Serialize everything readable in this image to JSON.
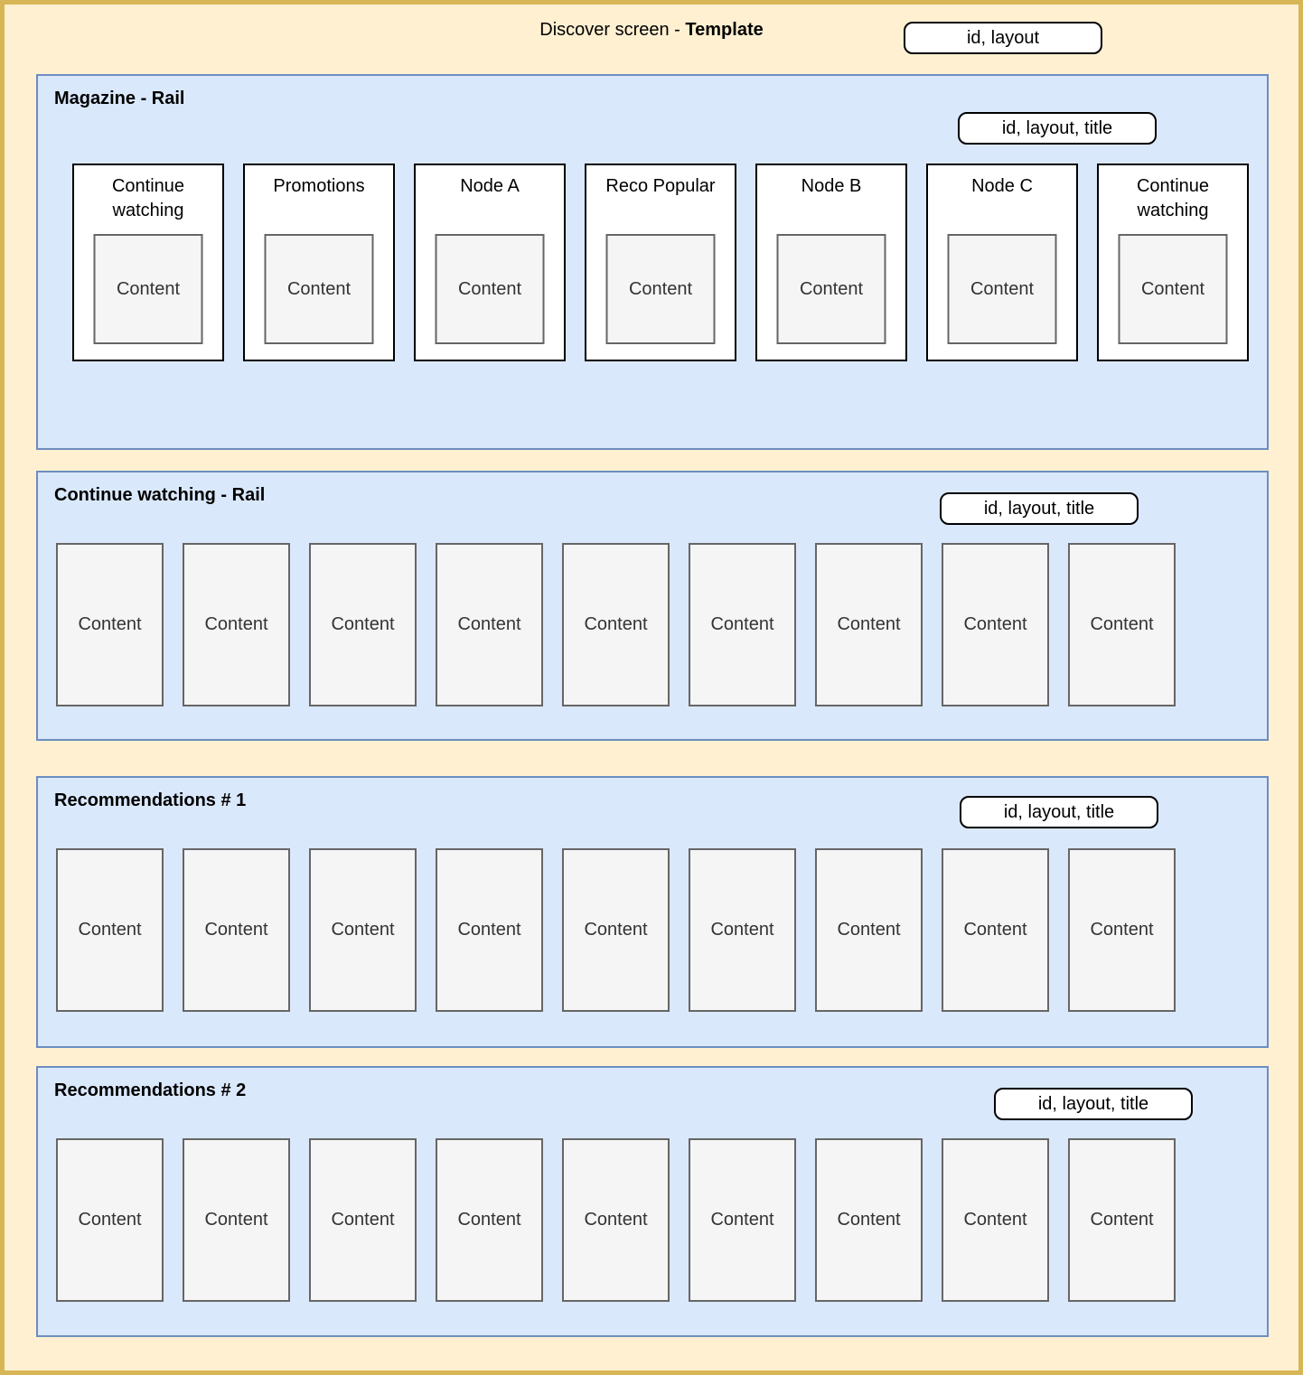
{
  "header": {
    "title_prefix": "Discover screen - ",
    "title_bold": "Template",
    "badge": "id, layout"
  },
  "rails": [
    {
      "title": "Magazine - Rail",
      "badge": "id, layout, title",
      "cards": [
        {
          "label": "Continue watching",
          "content": "Content"
        },
        {
          "label": "Promotions",
          "content": "Content"
        },
        {
          "label": "Node A",
          "content": "Content"
        },
        {
          "label": "Reco Popular",
          "content": "Content"
        },
        {
          "label": "Node B",
          "content": "Content"
        },
        {
          "label": "Node C",
          "content": "Content"
        },
        {
          "label": "Continue watching",
          "content": "Content"
        }
      ]
    },
    {
      "title": "Continue watching - Rail",
      "badge": "id, layout, title",
      "items": [
        "Content",
        "Content",
        "Content",
        "Content",
        "Content",
        "Content",
        "Content",
        "Content",
        "Content"
      ]
    },
    {
      "title": "Recommendations # 1",
      "badge": "id, layout, title",
      "items": [
        "Content",
        "Content",
        "Content",
        "Content",
        "Content",
        "Content",
        "Content",
        "Content",
        "Content"
      ]
    },
    {
      "title": "Recommendations # 2",
      "badge": "id, layout, title",
      "items": [
        "Content",
        "Content",
        "Content",
        "Content",
        "Content",
        "Content",
        "Content",
        "Content",
        "Content"
      ]
    }
  ],
  "colors": {
    "canvas_bg": "#FFF0D1",
    "canvas_border": "#D6B656",
    "rail_bg": "#DAE8FC",
    "rail_border": "#6C8EBF",
    "card_bg": "#FFFFFF",
    "card_border": "#000000",
    "content_bg": "#F5F5F5",
    "content_border": "#666666",
    "content_text": "#333333"
  }
}
